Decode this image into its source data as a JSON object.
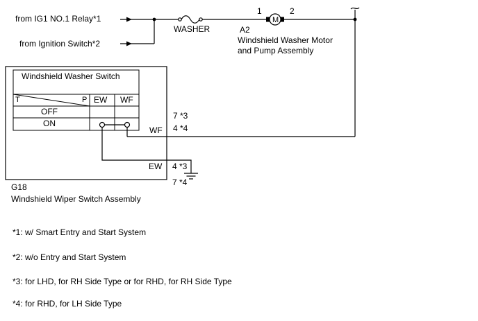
{
  "inputs": {
    "ig1_relay": "from IG1 NO.1 Relay*1",
    "ignition_switch": "from Ignition Switch*2"
  },
  "fuse": {
    "label": "WASHER"
  },
  "motor": {
    "connector": "A2",
    "name_line1": "Windshield Washer Motor",
    "name_line2": "and Pump Assembly",
    "pin1": "1",
    "pin2": "2",
    "symbol": "M"
  },
  "switch_table": {
    "title": "Windshield Washer Switch",
    "header_t": "T",
    "header_p": "P",
    "col_ew": "EW",
    "col_wf": "WF",
    "rows": [
      "OFF",
      "ON"
    ]
  },
  "terminals": {
    "wf_label": "WF",
    "wf_pin_a": "7 *3",
    "wf_pin_b": "4 *4",
    "ew_label": "EW",
    "ew_pin_a": "4 *3",
    "ew_pin_b": "7 *4"
  },
  "assembly": {
    "connector": "G18",
    "name": "Windshield Wiper Switch Assembly"
  },
  "notes": [
    "*1: w/ Smart Entry and Start System",
    "*2: w/o Entry and Start System",
    "*3: for LHD, for RH Side Type or for RHD, for RH Side Type",
    "*4: for RHD, for LH Side Type"
  ]
}
